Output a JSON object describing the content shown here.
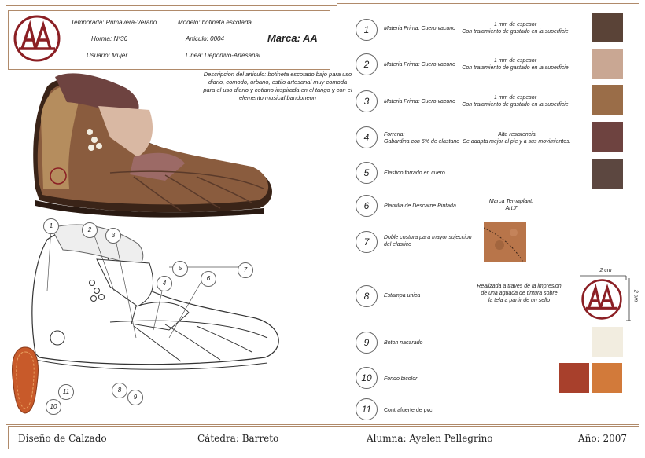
{
  "header": {
    "temporada": "Temporada: Primavera-Verano",
    "modelo": "Modelo: botineta escotada",
    "horma": "Horma: Nº36",
    "articulo": "Articulo: 0004",
    "marca": "Marca: AA",
    "usuario": "Usuario: Mujer",
    "linea": "Linea: Deportivo-Artesanal",
    "logo_text": "AA"
  },
  "description": "Descripcion del articulo:  botineta escotado bajo para uso diario, comodo, urbano, estilo artesanal muy comoda para el uso diario y cotiano inspirada en el tango y con el elemento musical bandoneon",
  "callouts": [
    "1",
    "2",
    "3",
    "4",
    "5",
    "6",
    "7",
    "8",
    "9",
    "10",
    "11"
  ],
  "materials": [
    {
      "n": "1",
      "label": "Materia Prima: Cuero vacuno",
      "spec": "1 mm de espesor\nCon tratamiento de gastado en la superficie",
      "color": "#5a4337"
    },
    {
      "n": "2",
      "label": "Materia Prima: Cuero vacuno",
      "spec": "1 mm de espesor\nCon tratamiento de gastado en la superficie",
      "color": "#c9a793"
    },
    {
      "n": "3",
      "label": "Materia Prima: Cuero vacuno",
      "spec": "1 mm de espesor\nCon tratamiento de gastado en la superficie",
      "color": "#9a6d48"
    },
    {
      "n": "4",
      "label": "Forreria:\nGabardina con 6% de elastano",
      "spec": "Alta resistencia\nSe adapta mejor al pie y a sus movimientos.",
      "color": "#6e4340"
    },
    {
      "n": "5",
      "label": "Elastico forrado en cuero",
      "spec": "",
      "color": "#5c4740"
    },
    {
      "n": "6",
      "label": "Plantilla de Descarne Pintada",
      "spec": "Marca Ternaplant.\nArt.7",
      "color": ""
    },
    {
      "n": "7",
      "label": "Doble costura para mayor sujeccion\ndel elastico",
      "spec": "",
      "color": ""
    },
    {
      "n": "8",
      "label": "Estampa unica",
      "spec": "Realizada a traves de la impresion\nde una aguada de tintura sobre\nla tela a partir de un sello",
      "color": ""
    },
    {
      "n": "9",
      "label": "Boton nacarado",
      "spec": "",
      "color": "#f2ede0"
    },
    {
      "n": "10",
      "label": "Fondo bicolor",
      "spec": "",
      "color": "#a8402c"
    },
    {
      "n": "11",
      "label": "Contrafuerte de pvc",
      "spec": "",
      "color": ""
    }
  ],
  "fondo_second_color": "#d27a3a",
  "stamp_dims": {
    "w": "2 cm",
    "h": "2 cm"
  },
  "footer": {
    "course": "Diseño de Calzado",
    "catedra": "Cátedra: Barreto",
    "alumna": "Alumna: Ayelen Pellegrino",
    "anio": "Año: 2007"
  }
}
